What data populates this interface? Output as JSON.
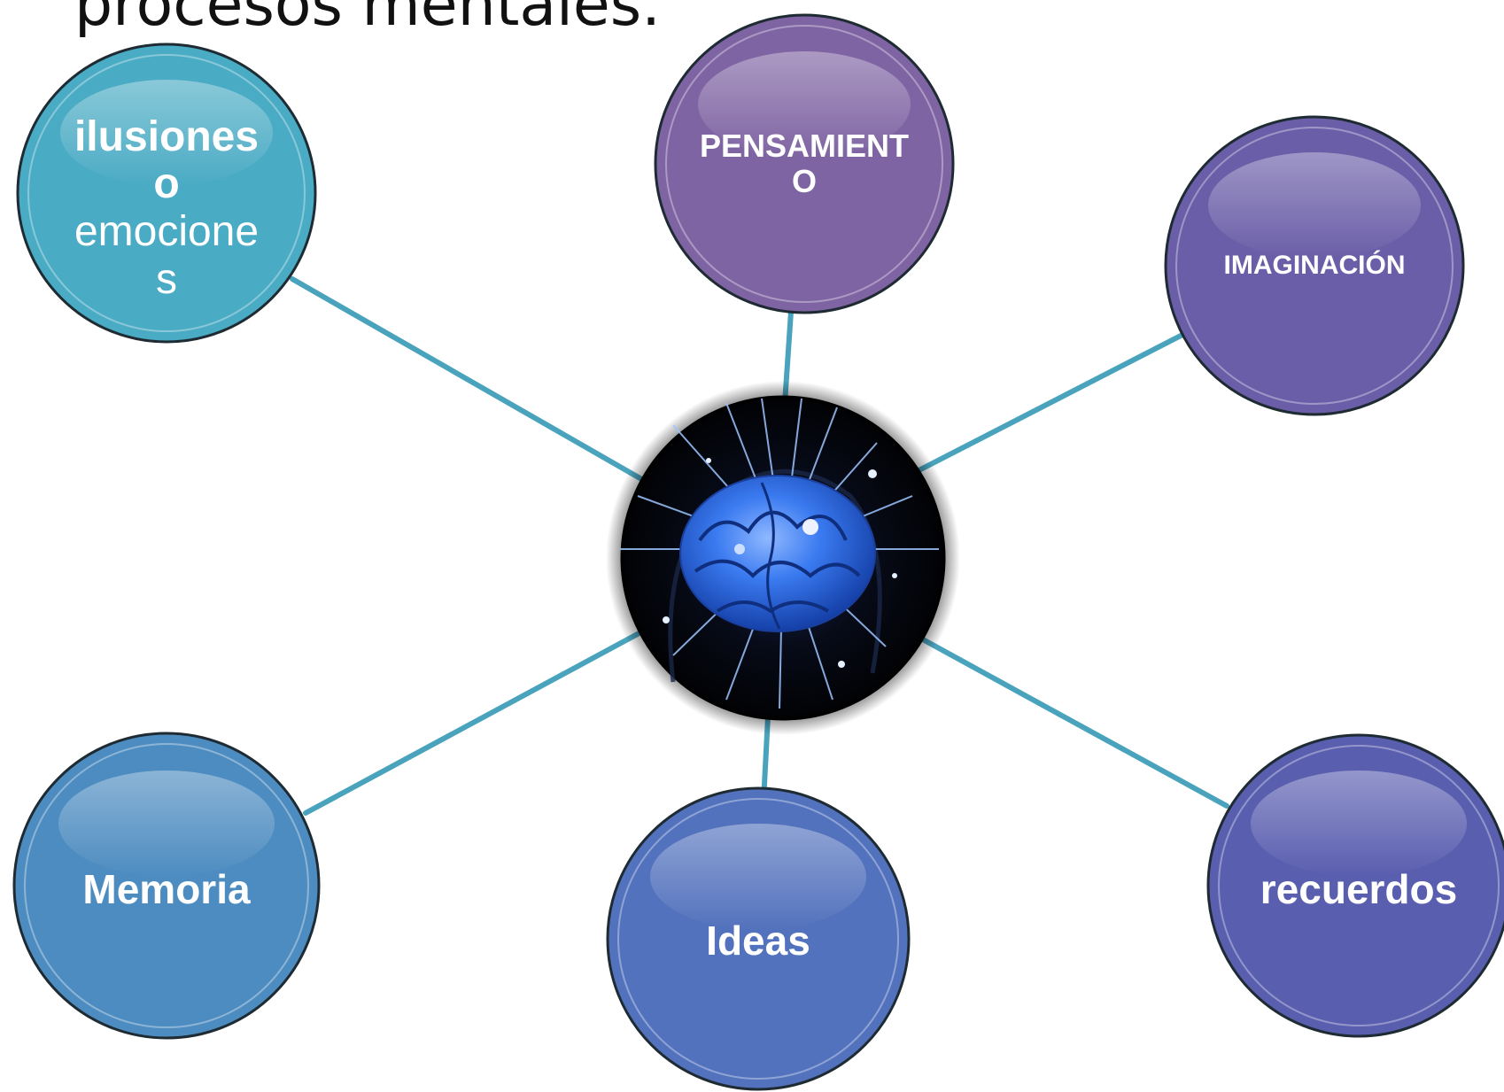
{
  "title": "procesos mentales.",
  "colors": {
    "connector": "#4aa3bd",
    "ilusiones": "#4aabc4",
    "pensamiento": "#7f64a3",
    "imaginacion": "#6b5ea8",
    "memoria": "#4d8cc0",
    "ideas": "#5372bd",
    "recuerdos": "#5a5eaf",
    "center_bg": "#06080f",
    "brain": "#2f6fe6"
  },
  "nodes": {
    "ilusiones": {
      "line1": "ilusiones",
      "line2": "o",
      "line3": "emocione",
      "line4": "s"
    },
    "pensamiento": {
      "line1": "PENSAMIENT",
      "line2": "O"
    },
    "imaginacion": {
      "label": "IMAGINACIÓN"
    },
    "memoria": {
      "label": "Memoria"
    },
    "ideas": {
      "label": "Ideas"
    },
    "recuerdos": {
      "label": "recuerdos"
    }
  },
  "center": {
    "icon": "brain-icon"
  }
}
